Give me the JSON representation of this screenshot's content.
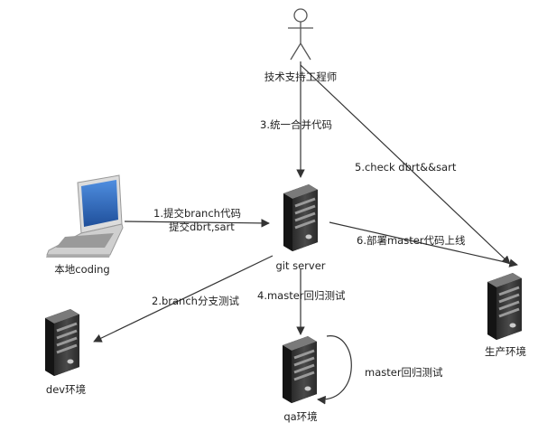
{
  "nodes": {
    "engineer": "技术支持工程师",
    "local": "本地coding",
    "git": "git server",
    "dev": "dev环境",
    "qa": "qa环境",
    "prod": "生产环境"
  },
  "edges": {
    "step1_line1": "1.提交branch代码",
    "step1_line2": "提交dbrt,sart",
    "step2": "2.branch分支测试",
    "step3": "3.统一合并代码",
    "step4": "4.master回归测试",
    "step5": "5.check dbrt&&sart",
    "step6": "6.部署master代码上线",
    "qa_loop": "master回归测试"
  },
  "colors": {
    "arrow": "#333333",
    "server_body": "#3a3a3a",
    "server_side": "#1e1e1e",
    "server_highlight": "#8a8a8a",
    "laptop_screen": "#2f6fc9"
  }
}
